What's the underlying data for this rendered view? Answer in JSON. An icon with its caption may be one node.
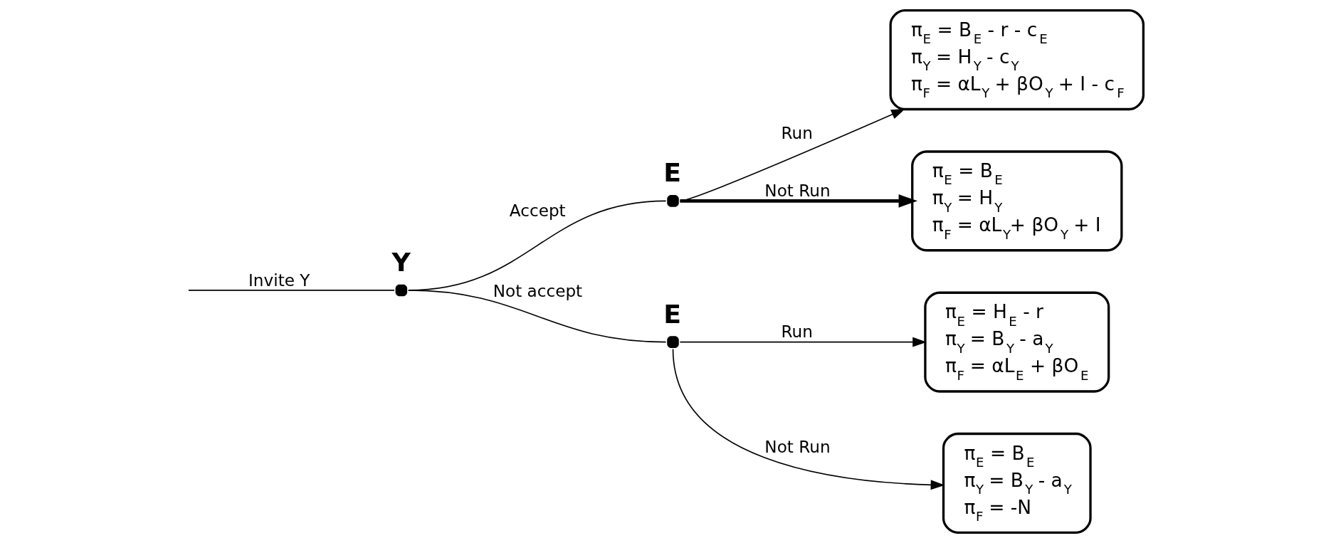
{
  "diagram": {
    "nodes": [
      {
        "text": [
          "Y"
        ]
      },
      {
        "text": [
          "E"
        ]
      },
      {
        "text": [
          "E"
        ]
      },
      {
        "text": [
          "π$_{E}$ = B$_{E}$ - r - c$_{E}$",
          "π$_{Y}$ = H$_{Y}$ - c$_{Y}$",
          "π$_{F}$ = αL$_{Y}$ + βO$_{Y}$ + I - c$_{F}$"
        ]
      },
      {
        "text": [
          "π$_{E}$ = B$_{E}$",
          "π$_{Y}$ = H$_{Y}$",
          "π$_{F}$ = αL$_{Y}$+ βO$_{Y}$ + I"
        ]
      },
      {
        "text": [
          "π$_{E}$ = H$_{E}$ - r",
          "π$_{Y}$ = B$_{Y}$ - a$_{Y}$",
          "π$_{F}$ = αL$_{E}$ + βO$_{E}$"
        ]
      },
      {
        "text": [
          "π$_{E}$ = B$_{E}$",
          "π$_{Y}$ = B$_{Y}$ - a$_{Y}$",
          "π$_{F}$ = -N"
        ]
      }
    ],
    "edges": [
      {
        "from": null,
        "to": 0,
        "arrow": "none",
        "label": "Invite Y"
      },
      {
        "from": 0,
        "to": 1,
        "arrow": "none",
        "label": "Accept"
      },
      {
        "from": 0,
        "to": 2,
        "arrow": "none",
        "label": "Not accept"
      },
      {
        "from": 1,
        "to": 3,
        "arrow": "to",
        "label": "Run"
      },
      {
        "from": 1,
        "to": 4,
        "arrow": "to",
        "label": "Not Run",
        "style": "thick"
      },
      {
        "from": 2,
        "to": 5,
        "arrow": "to",
        "label": "Run"
      },
      {
        "from": 2,
        "to": 6,
        "arrow": "to",
        "label": "Not Run"
      }
    ]
  }
}
